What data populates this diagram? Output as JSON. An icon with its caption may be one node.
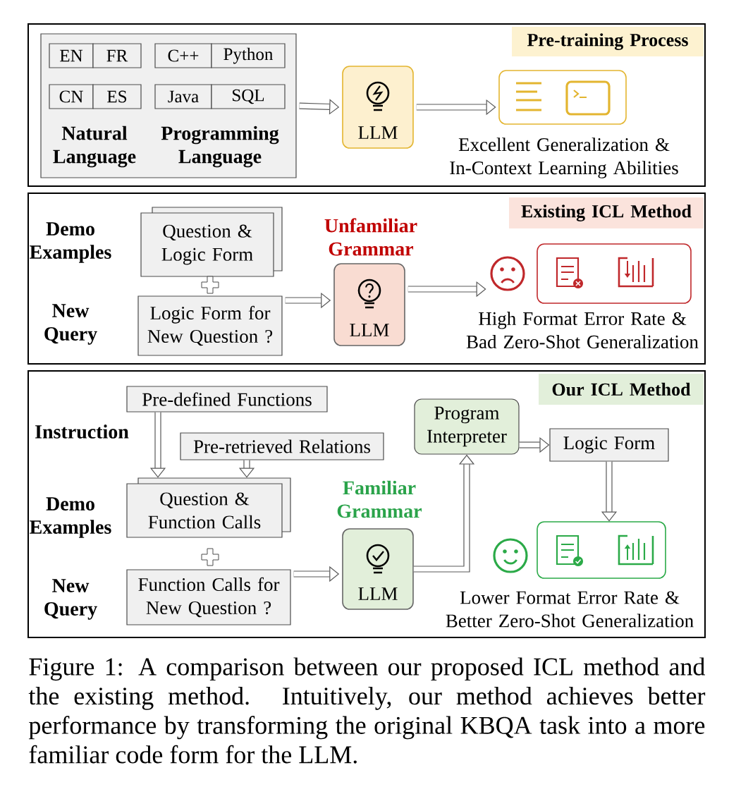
{
  "diagram": {
    "caption": "Figure 1: A comparison between our proposed ICL method and the existing method. Intuitively, our method achieves better performance by transforming the original KBQA task into a more familiar code form for the LLM.",
    "nodes": [
      {
        "text": [
          "Pre-training Process"
        ]
      },
      {
        "text": [
          "Natural Language",
          "Programming Language"
        ],
        "in": 0
      },
      {
        "text": [
          "EN"
        ],
        "in": 1
      },
      {
        "text": [
          "FR"
        ],
        "in": 1
      },
      {
        "text": [
          "C++"
        ],
        "in": 1
      },
      {
        "text": [
          "Python"
        ],
        "in": 1
      },
      {
        "text": [
          "CN"
        ],
        "in": 1
      },
      {
        "text": [
          "ES"
        ],
        "in": 1
      },
      {
        "text": [
          "Java"
        ],
        "in": 1
      },
      {
        "text": [
          "SQL"
        ],
        "in": 1
      },
      {
        "text": [
          "LLM"
        ],
        "in": 0
      },
      {
        "text": [],
        "shape": "box",
        "beside": [
          "Excellent Generalization & In-Context Learning Abilities"
        ],
        "in": 0
      },
      {
        "text": [
          "Existing ICL Method"
        ]
      },
      {
        "text": [
          "Question & Logic Form"
        ],
        "beside": [
          "Demo Examples"
        ],
        "in": 12
      },
      {
        "text": [
          "Logic Form for New Question ?"
        ],
        "beside": [
          "New Query"
        ],
        "in": 12
      },
      {
        "text": [
          "LLM"
        ],
        "beside": [
          "Unfamiliar Grammar"
        ],
        "in": 12
      },
      {
        "text": [],
        "shape": "box",
        "beside": [
          "High Format Error Rate & Bad Zero-Shot Generalization"
        ],
        "in": 12
      },
      {
        "text": [
          "Our ICL Method"
        ]
      },
      {
        "text": [
          "Pre-defined Functions"
        ],
        "in": 17
      },
      {
        "text": [
          "Pre-retrieved Relations"
        ],
        "in": 17
      },
      {
        "text": [
          "Question & Function Calls"
        ],
        "beside": [
          "Demo Examples"
        ],
        "in": 17
      },
      {
        "text": [
          "Function Calls for New Question ?"
        ],
        "beside": [
          "New Query"
        ],
        "in": 17
      },
      {
        "text": [
          "LLM"
        ],
        "beside": [
          "Familiar Grammar"
        ],
        "in": 17
      },
      {
        "text": [
          "Program Interpreter"
        ],
        "in": 17
      },
      {
        "text": [
          "Logic Form"
        ],
        "in": 17
      },
      {
        "text": [],
        "shape": "box",
        "beside": [
          "Lower Format Error Rate & Better Zero-Shot Generalization"
        ],
        "in": 17
      }
    ],
    "edges": [
      {
        "from": 1,
        "to": 10,
        "arrow": "to"
      },
      {
        "from": 10,
        "to": 11,
        "arrow": "to"
      },
      {
        "from": 14,
        "to": 15,
        "arrow": "to"
      },
      {
        "from": 15,
        "to": 16,
        "arrow": "to"
      },
      {
        "from": 18,
        "to": 20,
        "arrow": "to"
      },
      {
        "from": 19,
        "to": 20,
        "arrow": "to"
      },
      {
        "from": 21,
        "to": 22,
        "arrow": "to"
      },
      {
        "from": 22,
        "to": 23,
        "arrow": "to"
      },
      {
        "from": 23,
        "to": 24,
        "arrow": "to"
      },
      {
        "from": 24,
        "to": 25,
        "arrow": "to"
      }
    ],
    "labels": [
      "Instruction"
    ]
  }
}
